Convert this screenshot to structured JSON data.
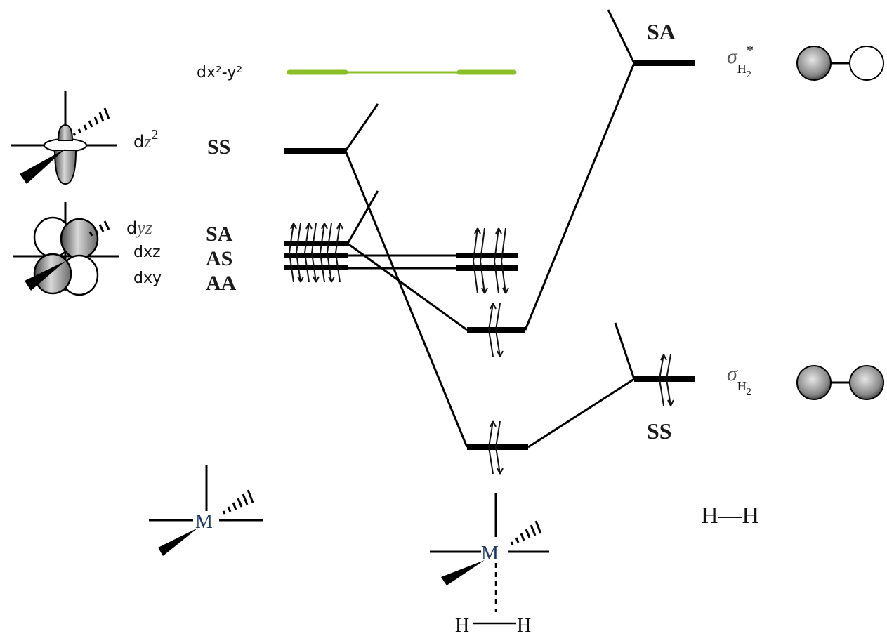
{
  "orbitals": {
    "dx2y2": "dx²-y²",
    "dz2_prefix": "d",
    "dz2_var": "z",
    "dz2_exp": "2",
    "dyz_prefix": "d",
    "dyz_var": "yz",
    "dxz": "dxz",
    "dxy": "dxy"
  },
  "symmetry": {
    "dz2": "SS",
    "dyz": "SA",
    "dxz": "AS",
    "dxy": "AA",
    "sigma_star": "SA",
    "sigma": "SS"
  },
  "h2": {
    "sigma_symbol": "σ",
    "sub_H": "H",
    "sub_2": "2",
    "star": "*",
    "molecule": "H—H",
    "h_left": "H",
    "h_right": "H"
  },
  "metal": {
    "symbol_left": "M",
    "symbol_complex": "M"
  },
  "colors": {
    "dx2y2_level": "#8bbf2a",
    "metal_label": "#1c3a66",
    "z_label": "#3a5a8a"
  }
}
